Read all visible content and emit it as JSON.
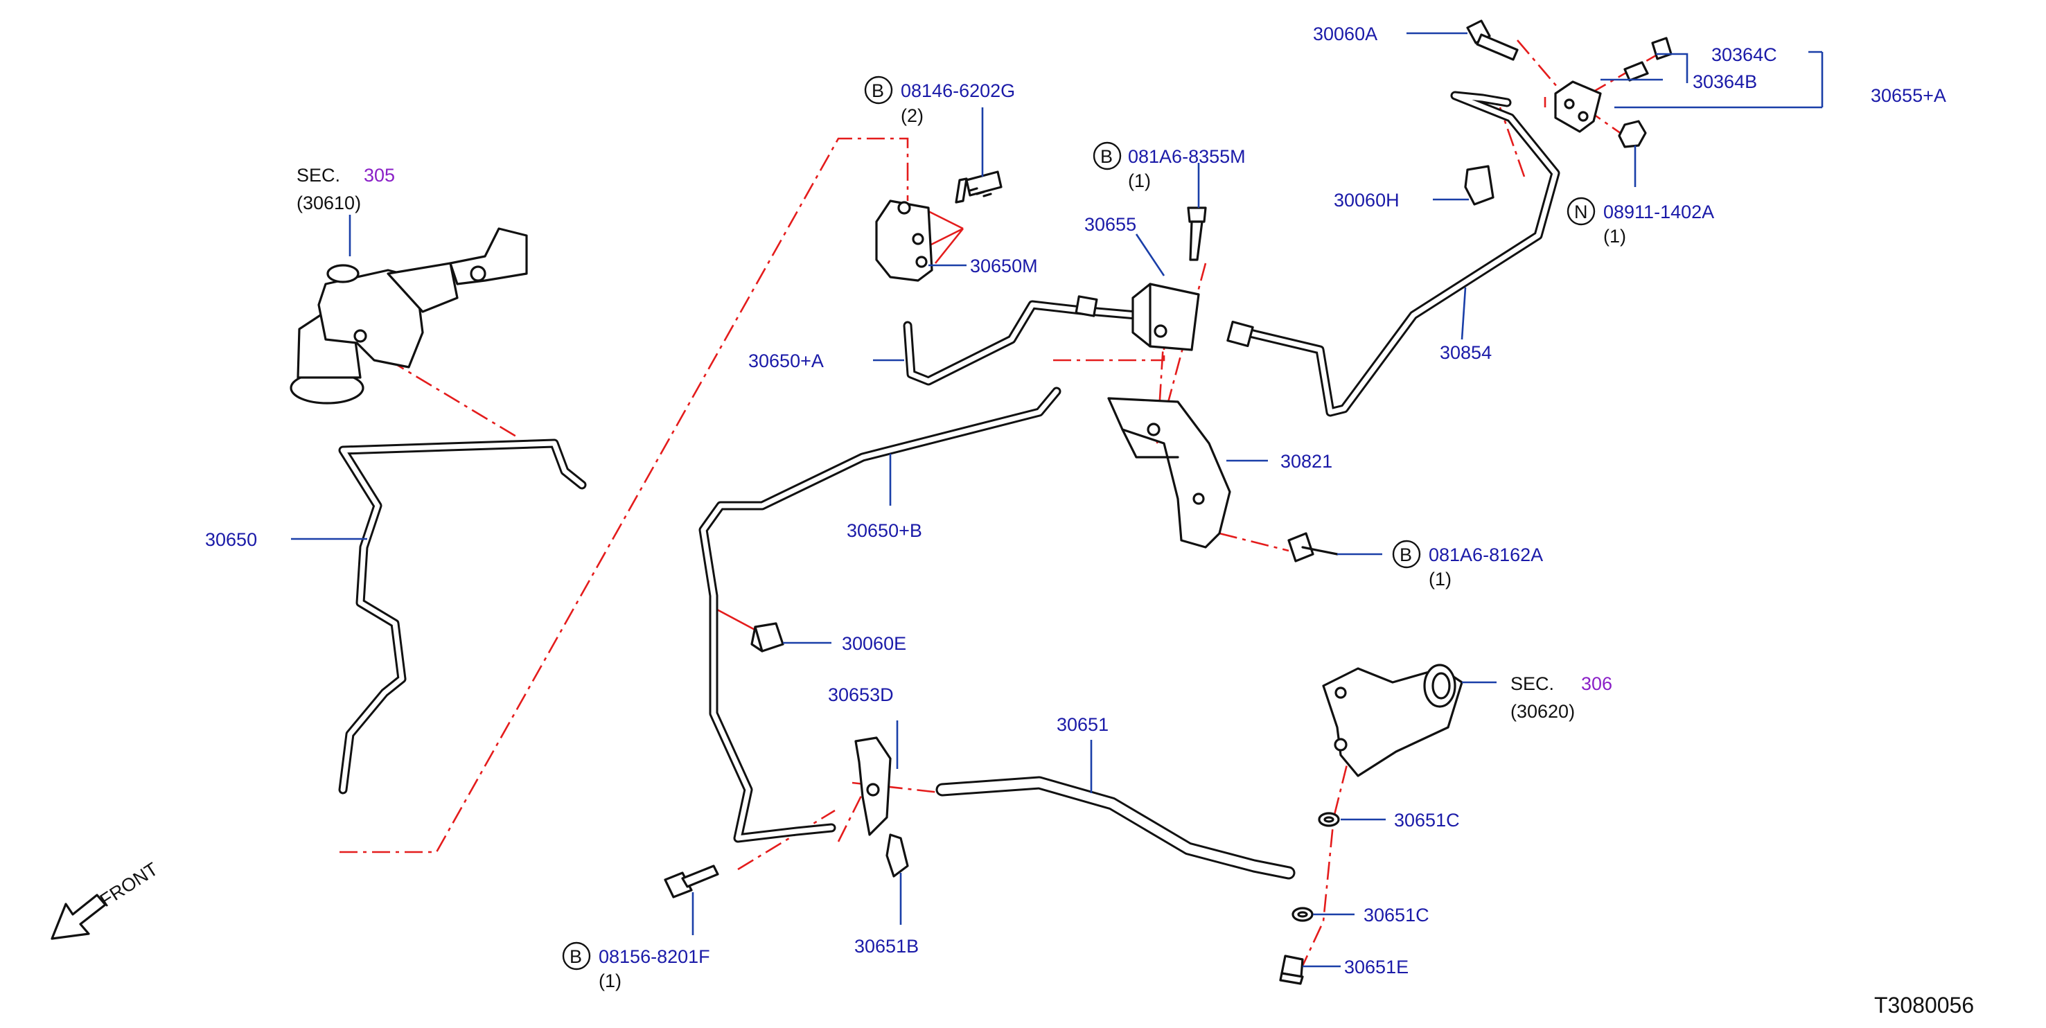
{
  "diagram_id": "T3080056",
  "front_label": "FRONT",
  "sec_305": {
    "sec": "SEC.",
    "num": "305",
    "ref": "(30610)"
  },
  "sec_306": {
    "sec": "SEC.",
    "num": "306",
    "ref": "(30620)"
  },
  "parts": {
    "p_30060A": "30060A",
    "p_30364C": "30364C",
    "p_30364B": "30364B",
    "p_30655A": "30655+A",
    "p_30060H": "30060H",
    "p_08911": {
      "circle": "N",
      "num": "08911-1402A",
      "qty": "(1)"
    },
    "p_08146": {
      "circle": "B",
      "num": "08146-6202G",
      "qty": "(2)"
    },
    "p_081A6_8355": {
      "circle": "B",
      "num": "081A6-8355M",
      "qty": "(1)"
    },
    "p_30655": "30655",
    "p_30650M": "30650M",
    "p_30650A": "30650+A",
    "p_30854": "30854",
    "p_30821": "30821",
    "p_081A6_8162": {
      "circle": "B",
      "num": "081A6-8162A",
      "qty": "(1)"
    },
    "p_30650": "30650",
    "p_30650B": "30650+B",
    "p_30060E": "30060E",
    "p_30653D": "30653D",
    "p_30651": "30651",
    "p_30651C_1": "30651C",
    "p_30651C_2": "30651C",
    "p_30651E": "30651E",
    "p_30651B": "30651B",
    "p_08156": {
      "circle": "B",
      "num": "08156-8201F",
      "qty": "(1)"
    }
  },
  "colors": {
    "part_number": "#1a1aa8",
    "section_number": "#8a1fc7",
    "leader": "#1a3fa8",
    "assembly_line": "#e41c1c",
    "drawing": "#111111"
  }
}
